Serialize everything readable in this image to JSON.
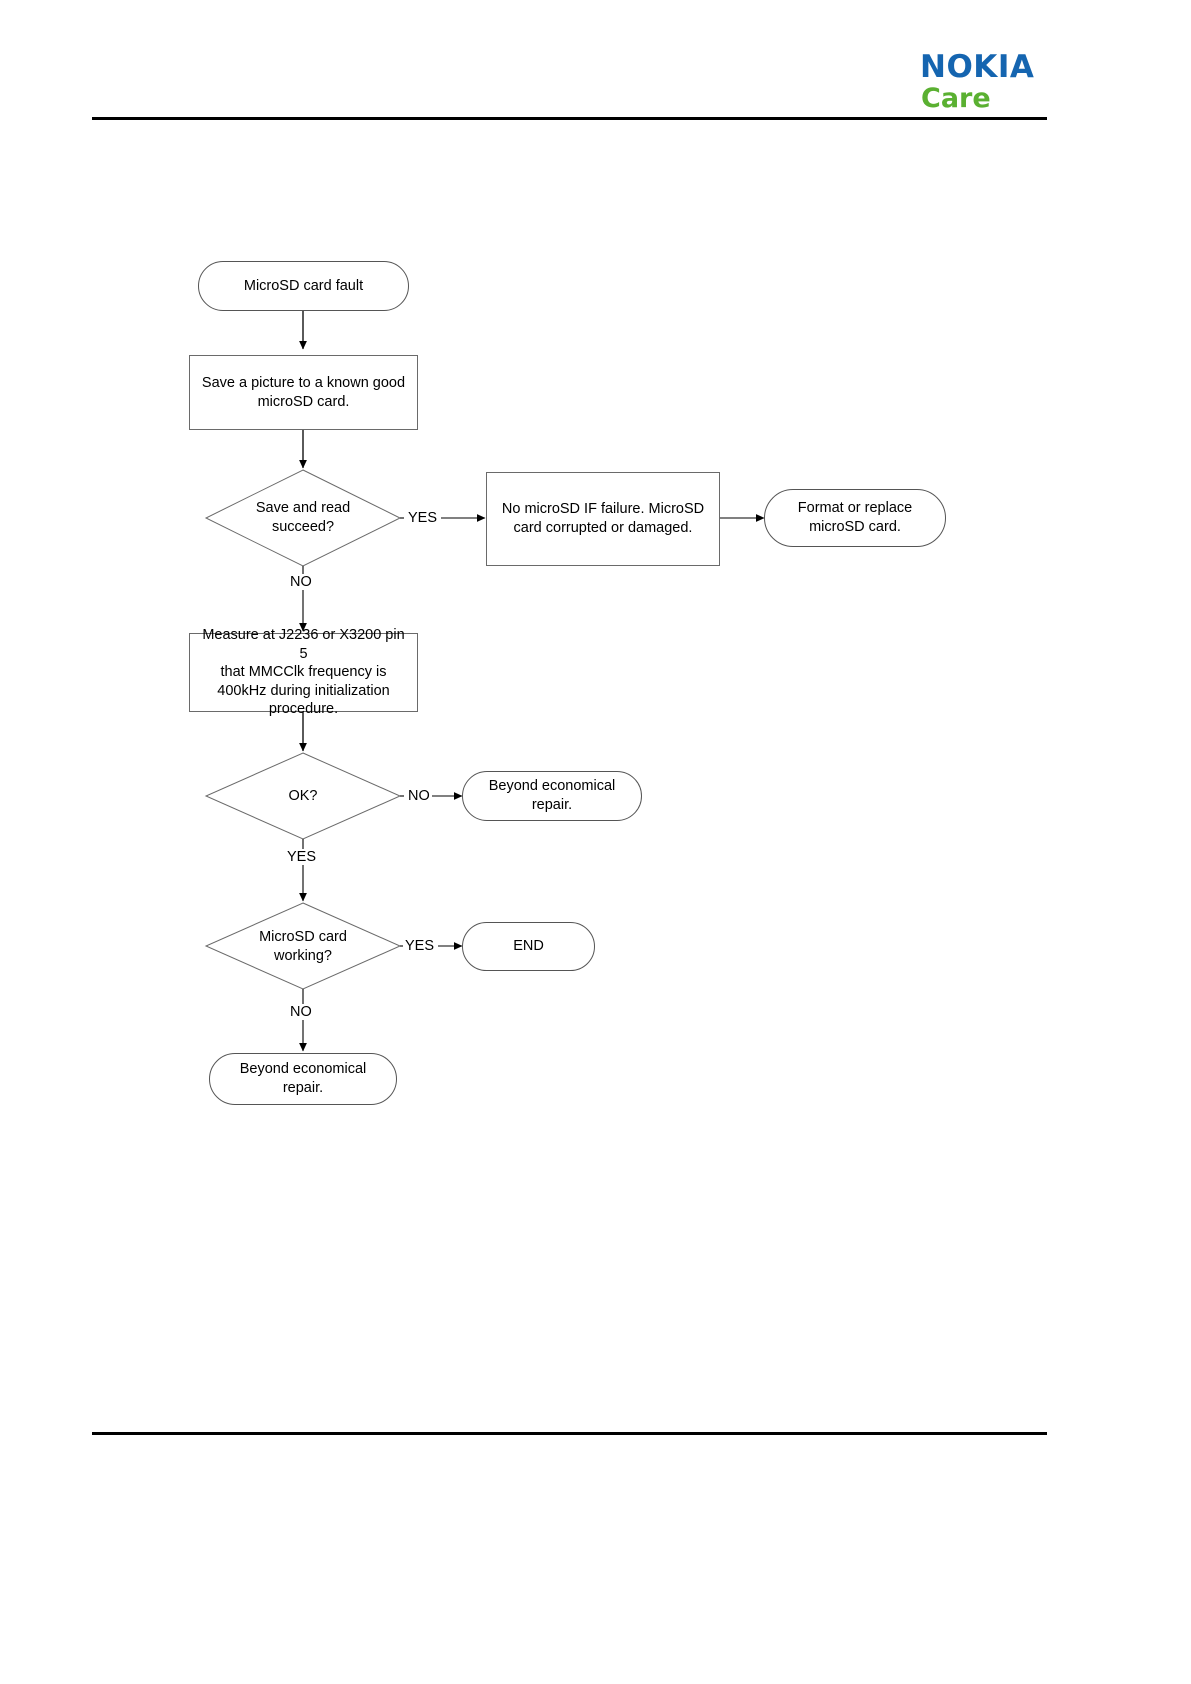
{
  "header": {
    "brand_primary": "NOKIA",
    "brand_secondary": "Care",
    "brand_primary_color": "#1565b0",
    "brand_secondary_color": "#5ab031"
  },
  "chart_data": {
    "type": "diagram",
    "title": "MicroSD card fault troubleshooting flowchart",
    "nodes": [
      {
        "id": "start",
        "shape": "terminal",
        "text": "MicroSD card fault"
      },
      {
        "id": "save-picture",
        "shape": "process",
        "text": "Save a picture to a known good\nmicroSD card."
      },
      {
        "id": "save-read-ok",
        "shape": "decision",
        "text": "Save and read\nsucceed?"
      },
      {
        "id": "no-if-failure",
        "shape": "process",
        "text": "No microSD IF failure. MicroSD\ncard corrupted or damaged."
      },
      {
        "id": "format-card",
        "shape": "terminal",
        "text": "Format or replace\nmicroSD card."
      },
      {
        "id": "measure-clk",
        "shape": "process",
        "text": "Measure at J2236 or X3200 pin 5\nthat MMCClk frequency is\n400kHz during initialization\nprocedure."
      },
      {
        "id": "ok",
        "shape": "decision",
        "text": "OK?"
      },
      {
        "id": "ber-1",
        "shape": "terminal",
        "text": "Beyond economical repair."
      },
      {
        "id": "card-working",
        "shape": "decision",
        "text": "MicroSD card\nworking?"
      },
      {
        "id": "end",
        "shape": "terminal",
        "text": "END"
      },
      {
        "id": "ber-2",
        "shape": "terminal",
        "text": "Beyond economical repair."
      }
    ],
    "edges": [
      {
        "from": "start",
        "to": "save-picture",
        "label": ""
      },
      {
        "from": "save-picture",
        "to": "save-read-ok",
        "label": ""
      },
      {
        "from": "save-read-ok",
        "to": "no-if-failure",
        "label": "YES"
      },
      {
        "from": "no-if-failure",
        "to": "format-card",
        "label": ""
      },
      {
        "from": "save-read-ok",
        "to": "measure-clk",
        "label": "NO"
      },
      {
        "from": "measure-clk",
        "to": "ok",
        "label": ""
      },
      {
        "from": "ok",
        "to": "ber-1",
        "label": "NO"
      },
      {
        "from": "ok",
        "to": "card-working",
        "label": "YES"
      },
      {
        "from": "card-working",
        "to": "end",
        "label": "YES"
      },
      {
        "from": "card-working",
        "to": "ber-2",
        "label": "NO"
      }
    ],
    "edge_labels": {
      "yes_1": "YES",
      "no_1": "NO",
      "no_2": "NO",
      "yes_2": "YES",
      "yes_3": "YES",
      "no_3": "NO"
    }
  }
}
